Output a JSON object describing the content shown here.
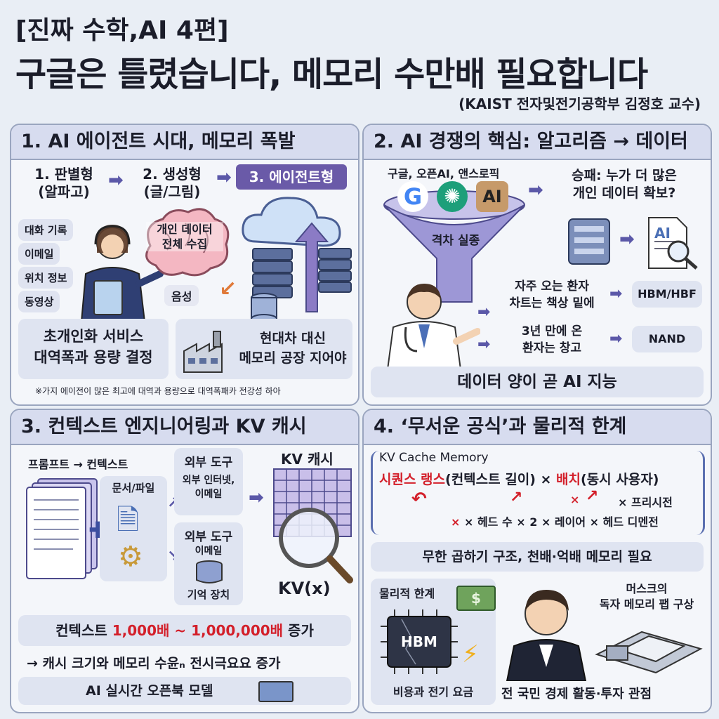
{
  "header": {
    "series": "[진짜 수학,AI 4편]",
    "title": "구글은 틀렸습니다, 메모리 수만배 필요합니다",
    "author": "(KAIST 전자및전기공학부 김정호 교수)"
  },
  "p1": {
    "title": "1. AI 에이전트 시대, 메모리 폭발",
    "step1": "1. 판별형",
    "step1_sub": "(알파고)",
    "step2": "2. 생성형",
    "step2_sub": "(글/그림)",
    "step3": "3. 에이전트형",
    "data_items": [
      "대화 기록",
      "이메일",
      "위치 정보",
      "동영상"
    ],
    "brain_label": "개인 데이터\n전체 수집",
    "voice": "음성",
    "box_left": "초개인화 서비스\n대역폭과 용량 결정",
    "box_right": "현대차 대신\n메모리 공장 지어야",
    "footnote": "※가지 에이전이 많은 최고에 대역과 용량으로 대역폭패카 전강성 하아"
  },
  "p2": {
    "title": "2. AI 경쟁의 핵심: 알고리즘 → 데이터",
    "companies": "구글, 오픈AI, 앤스로픽",
    "ai_logo": "AI",
    "funnel": "격차 실종",
    "question": "승패: 누가 더 많은\n개인 데이터 확보?",
    "doc_label": "AI",
    "frequent": "자주 오는 환자\n차트는 책상 밑에",
    "hbm": "HBM/HBF",
    "rare": "3년 만에 온\n환자는 창고",
    "nand": "NAND",
    "conclusion": "데이터 양이 곧 AI 지능"
  },
  "p3": {
    "title": "3. 컨텍스트 엔지니어링과 KV 캐시",
    "prompt_label": "프롬프트 → 컨텍스트",
    "docs": "문서/파일",
    "tool1": "외부 도구",
    "tool1_sub": "외부 인터넷,\n이메일",
    "tool2": "외부 도구",
    "tool2_sub": "이메일",
    "memory": "기억 장치",
    "kv": "KV 캐시",
    "kvx": "KV(x)",
    "line1_pre": "컨텍스트 ",
    "line1_red": "1,000배 ~ 1,000,000배",
    "line1_post": " 증가",
    "line2": "→ 캐시 크기와 메모리 수윤ₙ 전시극요요 증가",
    "line3": "AI 실시간 오픈북 모델"
  },
  "p4": {
    "title": "4. ‘무서운 공식’과 물리적 한계",
    "formula_head": "KV Cache Memory",
    "seq_red": "시퀀스 랭스",
    "seq_paren": "(컨텍스트 길이) ×",
    "batch_red": "배치",
    "batch_paren": "(동시 사용자)",
    "precision": "× 프리시전",
    "heads": "× 헤드 수 × 2 × 레이어 × 헤드 디멘전",
    "infinite": "무한 곱하기 구조, 천배·억배 메모리 필요",
    "physical": "물리적 한계",
    "hbm": "HBM",
    "cost": "비용과 전기 요금",
    "musk": "머스크의\n독자 메모리 팹 구상",
    "economy": "전 국민 경제 활동·투자 관점"
  },
  "colors": {
    "panel_head": "#d7dcef",
    "accent_purple": "#5b58a8",
    "accent_red": "#d31f2a"
  }
}
